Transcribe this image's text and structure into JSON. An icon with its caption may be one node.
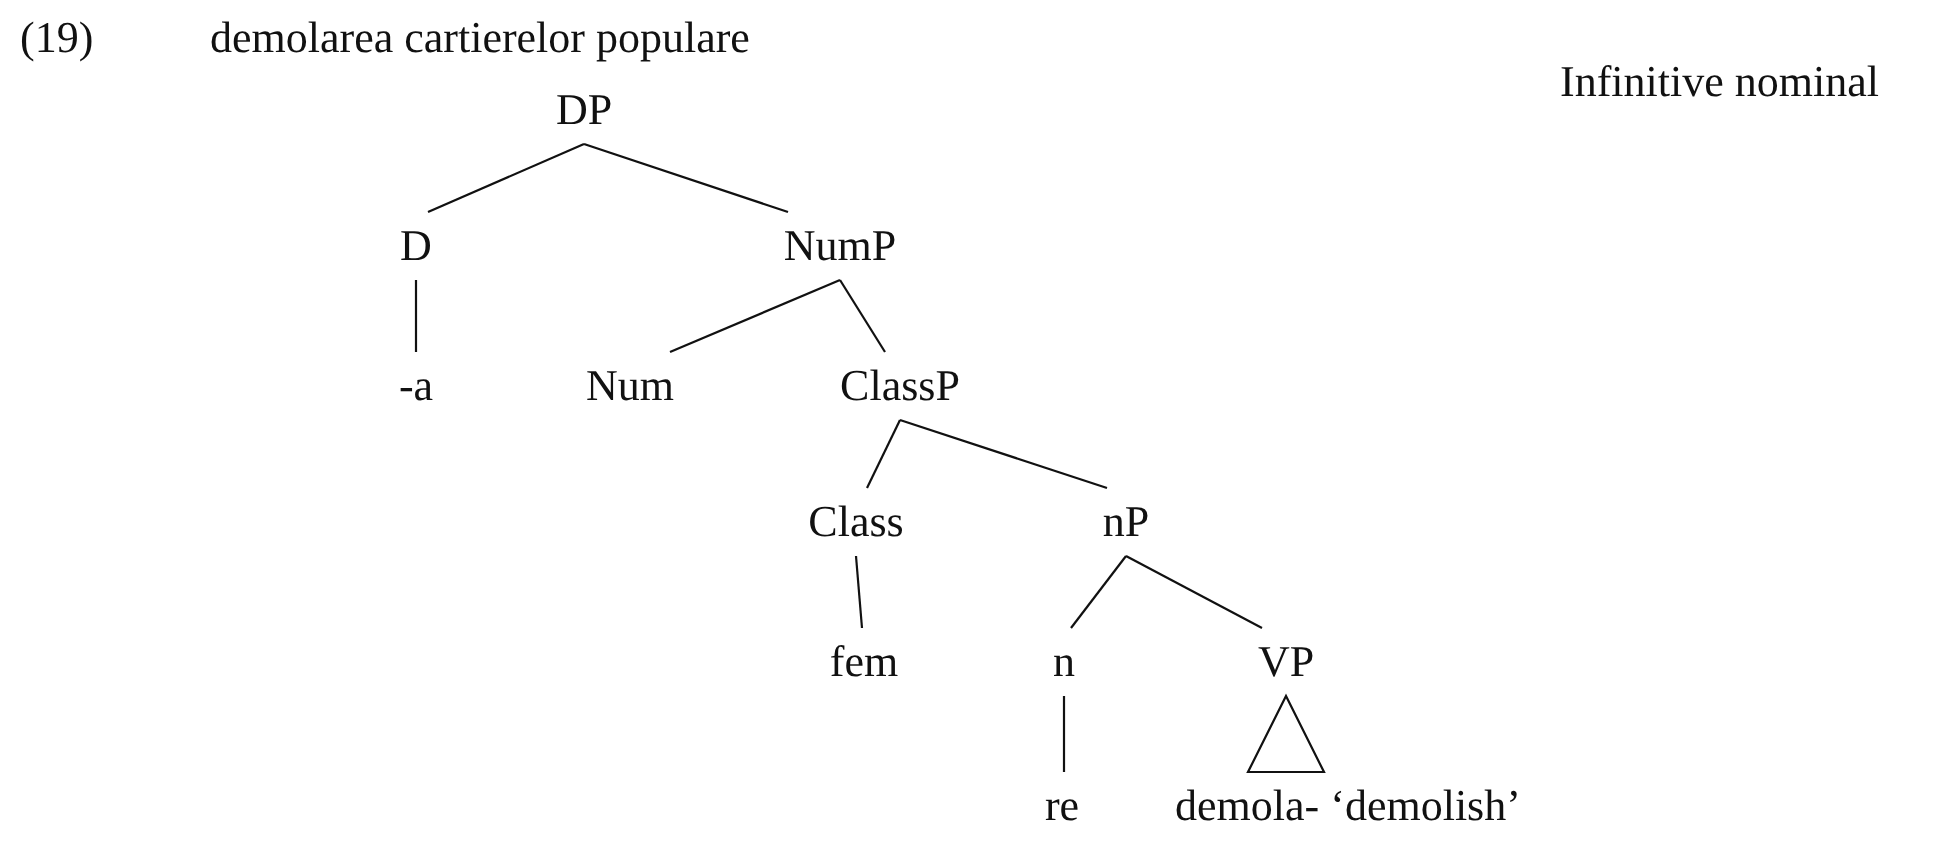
{
  "diagram": {
    "nodes": [
      {
        "text": [
          "DP"
        ]
      },
      {
        "text": [
          "D"
        ]
      },
      {
        "text": [
          "NumP"
        ]
      },
      {
        "text": [
          "-a"
        ]
      },
      {
        "text": [
          "Num"
        ]
      },
      {
        "text": [
          "ClassP"
        ]
      },
      {
        "text": [
          "Class"
        ]
      },
      {
        "text": [
          "nP"
        ]
      },
      {
        "text": [
          "fem"
        ]
      },
      {
        "text": [
          "n"
        ]
      },
      {
        "text": [
          "VP"
        ]
      },
      {
        "text": [
          "re"
        ]
      },
      {
        "text": [
          "demola- ‘demolish’"
        ]
      }
    ],
    "edges": [
      {
        "from": 0,
        "to": 1,
        "arrow": "none"
      },
      {
        "from": 0,
        "to": 2,
        "arrow": "none"
      },
      {
        "from": 1,
        "to": 3,
        "arrow": "none"
      },
      {
        "from": 2,
        "to": 4,
        "arrow": "none"
      },
      {
        "from": 2,
        "to": 5,
        "arrow": "none"
      },
      {
        "from": 5,
        "to": 6,
        "arrow": "none"
      },
      {
        "from": 5,
        "to": 7,
        "arrow": "none"
      },
      {
        "from": 6,
        "to": 8,
        "arrow": "none"
      },
      {
        "from": 7,
        "to": 9,
        "arrow": "none"
      },
      {
        "from": 7,
        "to": 10,
        "arrow": "none"
      },
      {
        "from": 9,
        "to": 11,
        "arrow": "none"
      },
      {
        "from": 10,
        "to": 12,
        "arrow": "none"
      }
    ],
    "labels": [
      "(19)",
      "demolarea cartierelor populare",
      "Infinitive nominal"
    ]
  }
}
